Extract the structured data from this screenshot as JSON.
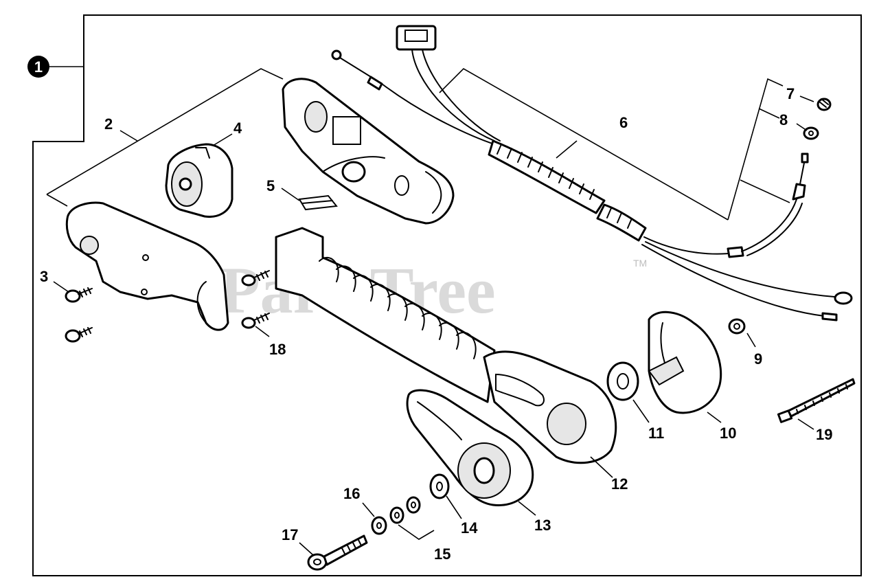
{
  "watermark": {
    "text": "PartsTree",
    "tm": "TM"
  },
  "callouts": {
    "c1": "1",
    "c2": "2",
    "c3": "3",
    "c4": "4",
    "c5": "5",
    "c6": "6",
    "c7": "7",
    "c8": "8",
    "c9": "9",
    "c10": "10",
    "c11": "11",
    "c12": "12",
    "c13": "13",
    "c14": "14",
    "c15": "15",
    "c16": "16",
    "c17": "17",
    "c18": "18",
    "c19": "19"
  }
}
